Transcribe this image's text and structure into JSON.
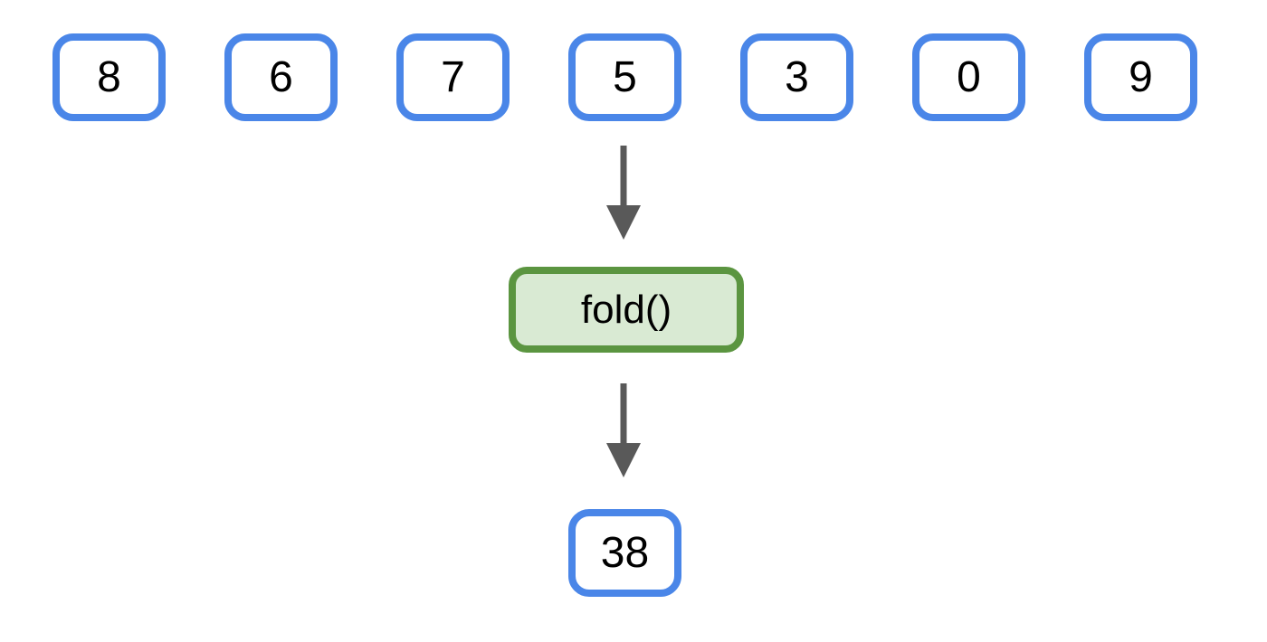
{
  "diagram": {
    "inputs": [
      "8",
      "6",
      "7",
      "5",
      "3",
      "0",
      "9"
    ],
    "operation": "fold()",
    "result": "38"
  },
  "icons": {
    "arrow_1": "arrow-down-icon",
    "arrow_2": "arrow-down-icon"
  },
  "colors": {
    "background": "#ffffff",
    "box-border": "#4a86e8",
    "box-fill": "#ffffff",
    "fold-border": "#5b9540",
    "fold-fill": "#d9ead3",
    "arrow": "#595959",
    "text": "#000000"
  }
}
